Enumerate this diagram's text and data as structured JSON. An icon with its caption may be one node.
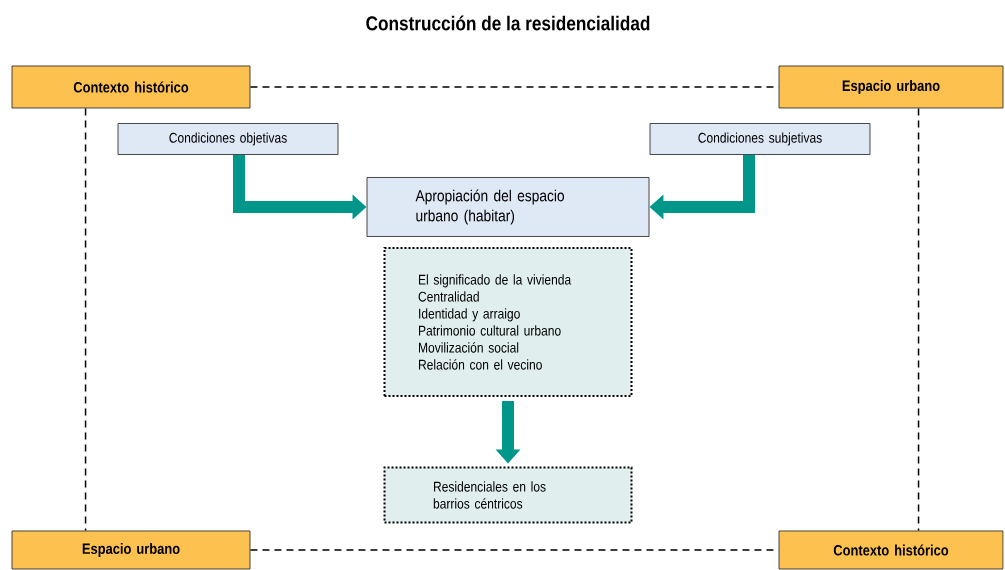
{
  "diagram": {
    "title": "Construcción de la residencialidad",
    "nodes": [
      {
        "text": [
          "Contexto histórico"
        ]
      },
      {
        "text": [
          "Espacio urbano"
        ]
      },
      {
        "text": [
          "Condiciones objetivas"
        ]
      },
      {
        "text": [
          "Condiciones subjetivas"
        ]
      },
      {
        "text": [
          "Apropiación del espacio urbano (habitar)"
        ]
      },
      {
        "text": [
          "El significado de la vivienda",
          "Centralidad",
          "Identidad y arraigo",
          "Patrimonio cultural urbano",
          "Movilización social",
          "Relación con el vecino"
        ]
      },
      {
        "text": [
          "Residenciales en los barrios céntricos"
        ]
      },
      {
        "text": [
          "Espacio urbano"
        ]
      },
      {
        "text": [
          "Contexto histórico"
        ]
      }
    ],
    "edges": [
      {
        "from": 0,
        "to": 1,
        "arrow": "none",
        "style": "dashed"
      },
      {
        "from": 0,
        "to": 7,
        "arrow": "none",
        "style": "dashed"
      },
      {
        "from": 1,
        "to": 8,
        "arrow": "none",
        "style": "dashed"
      },
      {
        "from": 7,
        "to": 8,
        "arrow": "none",
        "style": "dashed"
      },
      {
        "from": 2,
        "to": 4,
        "arrow": "to",
        "style": "thick",
        "color": "#00968a"
      },
      {
        "from": 3,
        "to": 4,
        "arrow": "to",
        "style": "thick",
        "color": "#00968a"
      },
      {
        "from": 5,
        "to": 6,
        "arrow": "to",
        "style": "thick",
        "color": "#00968a"
      }
    ]
  }
}
